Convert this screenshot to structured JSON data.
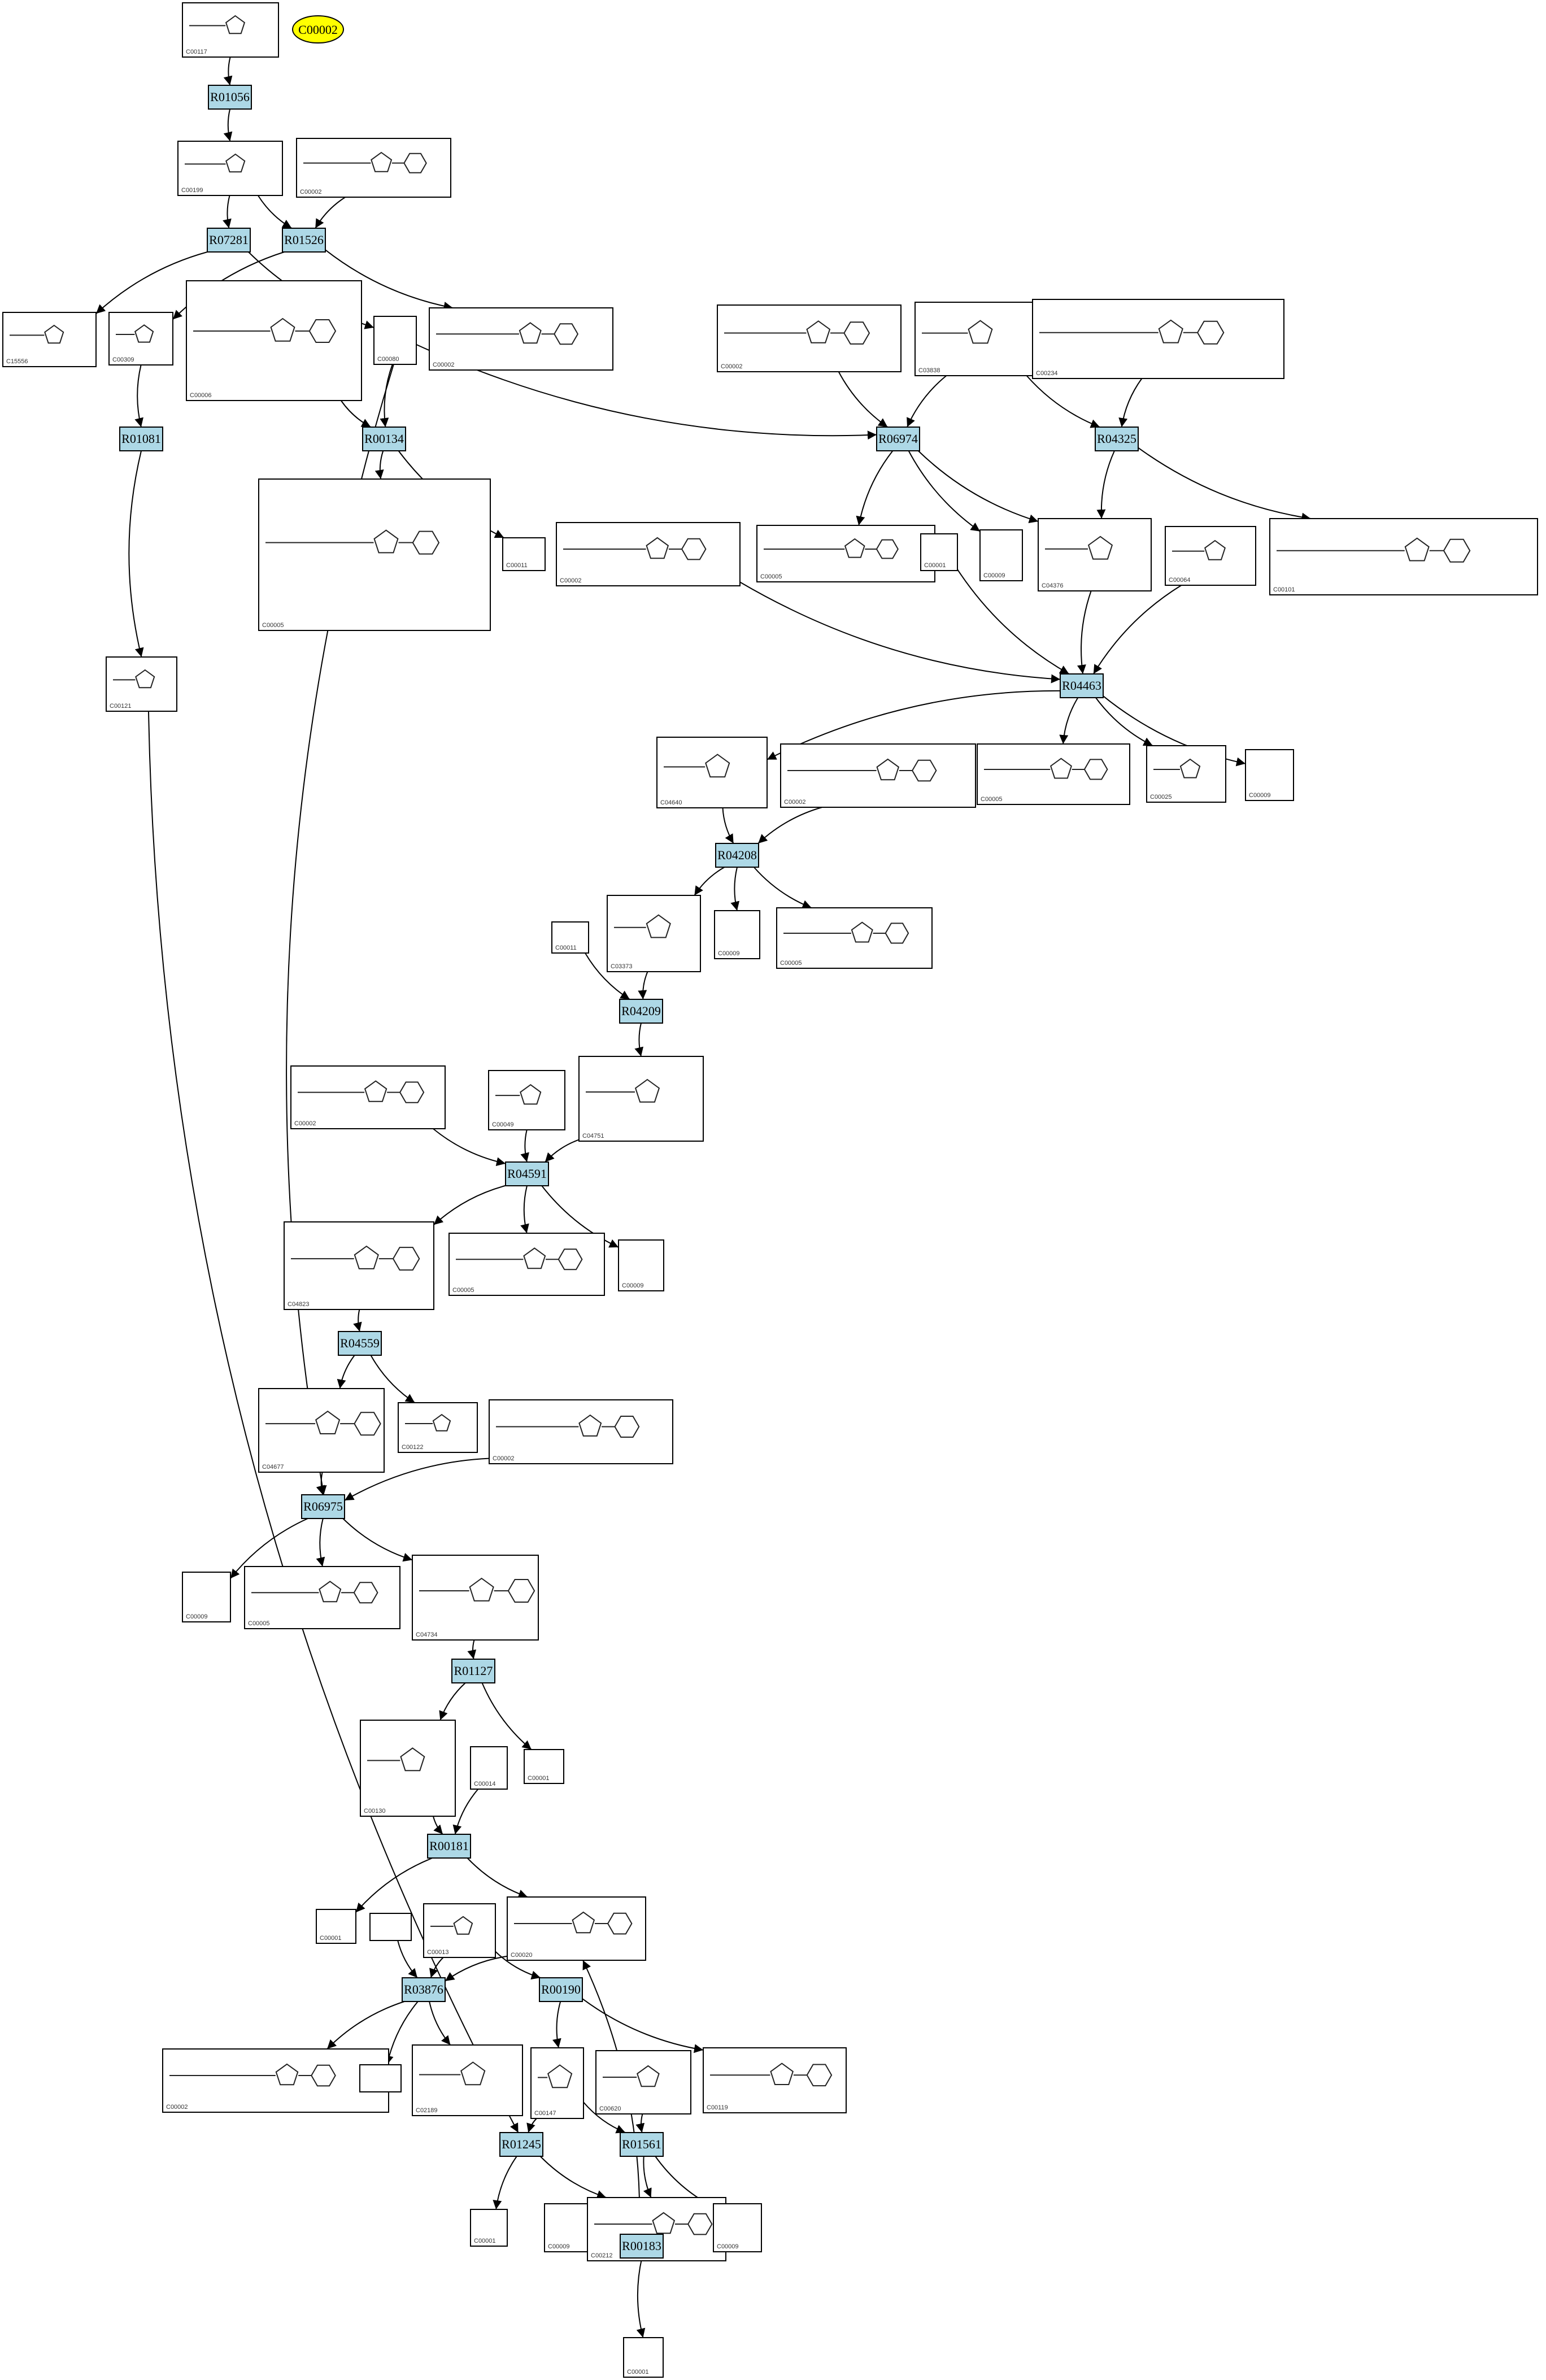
{
  "highlight": {
    "label": "C00002",
    "color": "#ffff00"
  },
  "reaction_color": "#add8e6",
  "reactions": [
    {
      "id": "r1",
      "label": "R01056"
    },
    {
      "id": "r2",
      "label": "R07281"
    },
    {
      "id": "r3",
      "label": "R01526"
    },
    {
      "id": "r4",
      "label": "R01081"
    },
    {
      "id": "r5",
      "label": "R00134"
    },
    {
      "id": "r6",
      "label": "R06974"
    },
    {
      "id": "r7",
      "label": "R04325"
    },
    {
      "id": "r8",
      "label": "R04463"
    },
    {
      "id": "r9",
      "label": "R04208"
    },
    {
      "id": "r10",
      "label": "R04209"
    },
    {
      "id": "r11",
      "label": "R04591"
    },
    {
      "id": "r12",
      "label": "R04559"
    },
    {
      "id": "r13",
      "label": "R06975"
    },
    {
      "id": "r14",
      "label": "R01127"
    },
    {
      "id": "r15",
      "label": "R00181"
    },
    {
      "id": "r16",
      "label": "R03876"
    },
    {
      "id": "r17",
      "label": "R00190"
    },
    {
      "id": "r18",
      "label": "R01245"
    },
    {
      "id": "r19",
      "label": "R01561"
    },
    {
      "id": "r20",
      "label": "R00183"
    }
  ],
  "compounds": [
    {
      "id": "c1",
      "label": "C00117"
    },
    {
      "id": "c2",
      "label": "C00199"
    },
    {
      "id": "c3",
      "label": "C00002"
    },
    {
      "id": "c4",
      "label": "C15556"
    },
    {
      "id": "c5",
      "label": "C00309"
    },
    {
      "id": "c6",
      "label": "C00006"
    },
    {
      "id": "c7",
      "label": "C00080"
    },
    {
      "id": "c8",
      "label": "C00002"
    },
    {
      "id": "c9",
      "label": "C00002"
    },
    {
      "id": "c10",
      "label": "C03838"
    },
    {
      "id": "c11",
      "label": "C00234"
    },
    {
      "id": "c12",
      "label": "C00005"
    },
    {
      "id": "c13",
      "label": "C00011"
    },
    {
      "id": "c14",
      "label": "C00002"
    },
    {
      "id": "c15",
      "label": "C00005"
    },
    {
      "id": "c16",
      "label": "C00001"
    },
    {
      "id": "c17",
      "label": "C00009"
    },
    {
      "id": "c18",
      "label": "C04376"
    },
    {
      "id": "c19",
      "label": "C00064"
    },
    {
      "id": "c20",
      "label": "C00101"
    },
    {
      "id": "c21",
      "label": "C00121"
    },
    {
      "id": "c22",
      "label": "C04640"
    },
    {
      "id": "c23",
      "label": "C00002"
    },
    {
      "id": "c24",
      "label": "C00005"
    },
    {
      "id": "c25",
      "label": "C00025"
    },
    {
      "id": "c26",
      "label": "C00009"
    },
    {
      "id": "c27",
      "label": "C03373"
    },
    {
      "id": "c28",
      "label": "C00009"
    },
    {
      "id": "c29",
      "label": "C00005"
    },
    {
      "id": "c30",
      "label": "C00011"
    },
    {
      "id": "c31",
      "label": "C00002"
    },
    {
      "id": "c32",
      "label": "C00049"
    },
    {
      "id": "c33",
      "label": "C04751"
    },
    {
      "id": "c34",
      "label": "C04823"
    },
    {
      "id": "c35",
      "label": "C00005"
    },
    {
      "id": "c36",
      "label": "C00009"
    },
    {
      "id": "c37",
      "label": "C04677"
    },
    {
      "id": "c38",
      "label": "C00122"
    },
    {
      "id": "c39",
      "label": "C00002"
    },
    {
      "id": "c40",
      "label": "C00009"
    },
    {
      "id": "c41",
      "label": "C00005"
    },
    {
      "id": "c42",
      "label": "C04734"
    },
    {
      "id": "c43",
      "label": "C00130"
    },
    {
      "id": "c44",
      "label": "C00014"
    },
    {
      "id": "c45",
      "label": "C00001"
    },
    {
      "id": "c46",
      "label": "C00001"
    },
    {
      "id": "c47",
      "label": ""
    },
    {
      "id": "c48",
      "label": "C00013"
    },
    {
      "id": "c49",
      "label": "C00020"
    },
    {
      "id": "c50",
      "label": "C00002"
    },
    {
      "id": "c51",
      "label": ""
    },
    {
      "id": "c52",
      "label": "C02189"
    },
    {
      "id": "c53",
      "label": "C00147"
    },
    {
      "id": "c54",
      "label": "C00620"
    },
    {
      "id": "c55",
      "label": "C00119"
    },
    {
      "id": "c56",
      "label": "C00001"
    },
    {
      "id": "c57",
      "label": "C00009"
    },
    {
      "id": "c58",
      "label": "C00212"
    },
    {
      "id": "c59",
      "label": "C00009"
    },
    {
      "id": "c60",
      "label": "C00001"
    }
  ]
}
